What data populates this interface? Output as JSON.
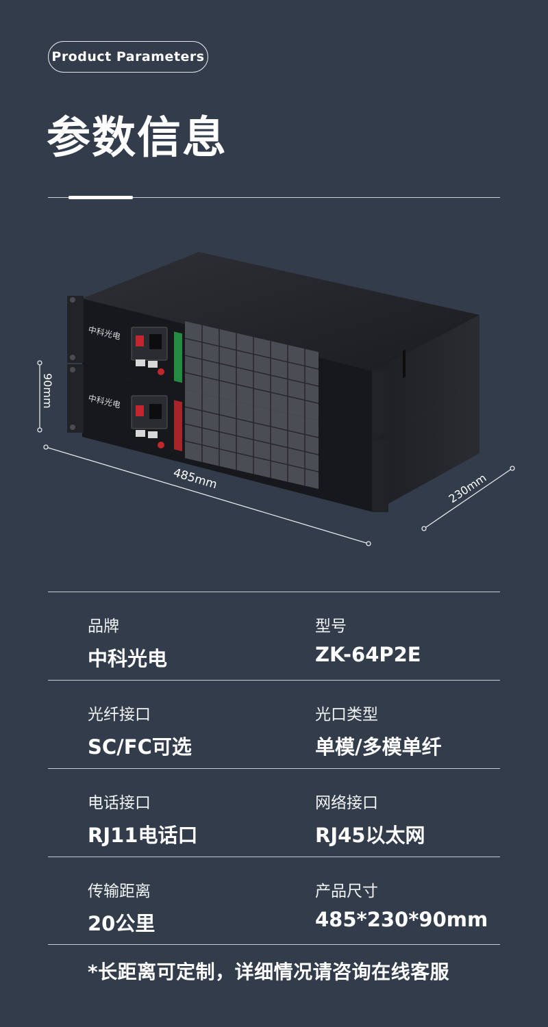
{
  "header": {
    "badge": "Product Parameters",
    "title": "参数信息"
  },
  "product_image": {
    "brand_mark": "中科光电",
    "height_dim": "90mm",
    "width_dim": "485mm",
    "depth_dim": "230mm"
  },
  "params": [
    {
      "left_label": "品牌",
      "left_value": "中科光电",
      "right_label": "型号",
      "right_value": "ZK-64P2E"
    },
    {
      "left_label": "光纤接口",
      "left_value": "SC/FC可选",
      "right_label": "光口类型",
      "right_value": "单模/多模单纤"
    },
    {
      "left_label": "电话接口",
      "left_value": "RJ11电话口",
      "right_label": "网络接口",
      "right_value": "RJ45以太网"
    },
    {
      "left_label": "传输距离",
      "left_value": "20公里",
      "right_label": "产品尺寸",
      "right_value": "485*230*90mm"
    }
  ],
  "footer": {
    "note": "*长距离可定制，详细情况请咨询在线客服"
  }
}
